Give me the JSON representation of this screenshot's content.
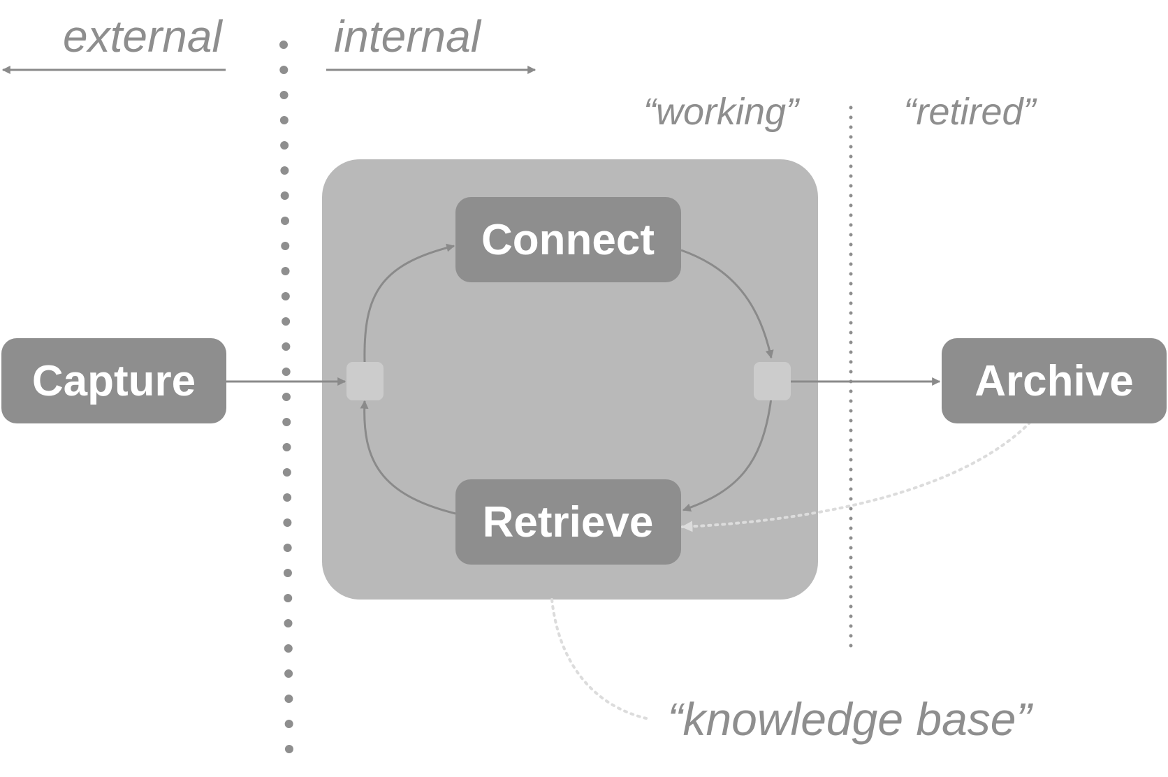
{
  "labels": {
    "external": "external",
    "internal": "internal",
    "working": "“working”",
    "retired": "“retired”",
    "knowledge_base": "“knowledge base”"
  },
  "nodes": {
    "capture": "Capture",
    "connect": "Connect",
    "retrieve": "Retrieve",
    "archive": "Archive"
  },
  "colors": {
    "text_gray": "#8e8e8e",
    "node_fill": "#8e8e8e",
    "node_text": "#ffffff",
    "zone_fill": "#b9b9b9",
    "junction_fill": "#cccccc",
    "line": "#8a8a8a",
    "dotted_light": "#dcdcdc"
  }
}
